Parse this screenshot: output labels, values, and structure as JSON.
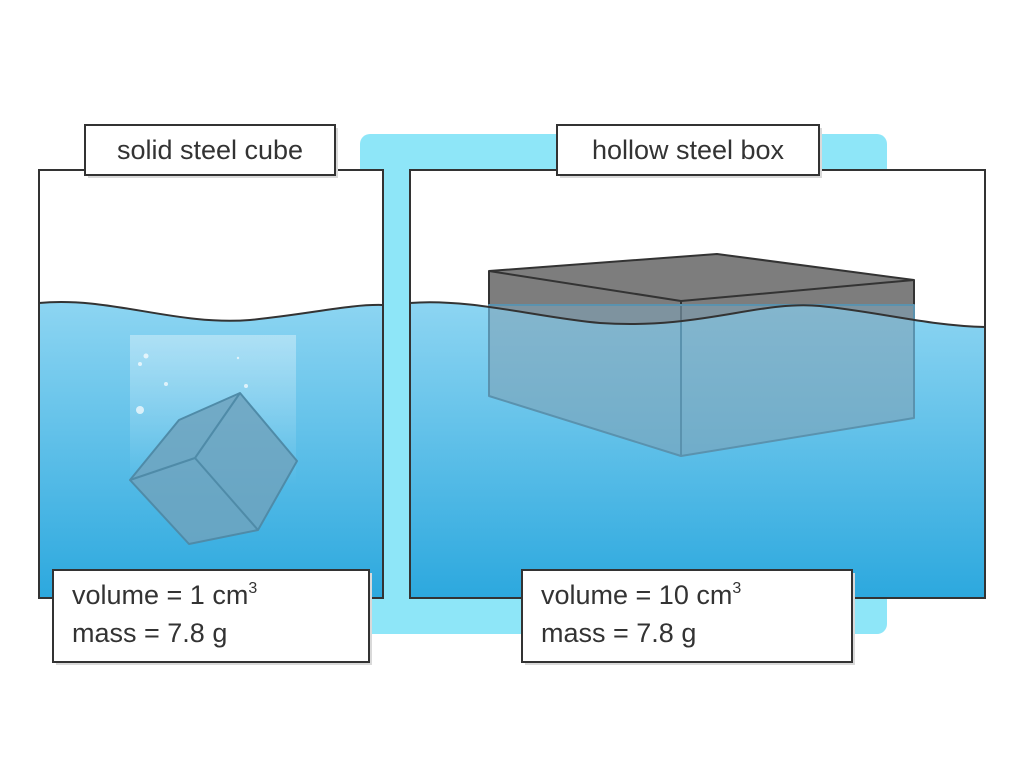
{
  "left_panel": {
    "title": "solid steel cube",
    "volume_text": "volume = 1 cm",
    "volume_exp": "3",
    "mass_text": "mass = 7.8 g"
  },
  "right_panel": {
    "title": "hollow steel box",
    "volume_text": "volume = 10 cm",
    "volume_exp": "3",
    "mass_text": "mass = 7.8 g"
  },
  "colors": {
    "backdrop": "#8EE6F8",
    "water_top": "#8DD5F2",
    "water_bottom": "#2CA8DE",
    "steel_cube": "#6FA3BE",
    "box_top": "#7D7D7D",
    "outline": "#333333"
  }
}
